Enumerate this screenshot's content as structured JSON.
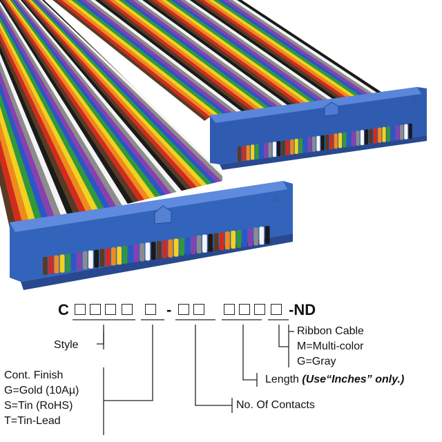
{
  "part_number": {
    "prefix": "C",
    "separator_1": "-",
    "suffix": "-ND"
  },
  "labels": {
    "style": "Style",
    "ribbon_cable": "Ribbon Cable",
    "multi_color": "M=Multi-color",
    "gray": "G=Gray",
    "length": "Length",
    "length_note": "(Use“Inches” only.)",
    "contacts": "No. Of Contacts",
    "finish_title": "Cont. Finish",
    "finish_gold": "G=Gold (10Aµ)",
    "finish_tin": "S=Tin (RoHS)",
    "finish_tin_lead": "T=Tin-Lead"
  },
  "colors": {
    "connector_blue": "#3f6fc7",
    "connector_dark": "#2a4f9a",
    "wire_sequence": [
      "#5a3a22",
      "#d42a1e",
      "#f08a1c",
      "#f2d21e",
      "#2f9a3a",
      "#2a56c6",
      "#8a3fb0",
      "#8c8c8c",
      "#f4f4f4",
      "#1a1a1a"
    ]
  }
}
